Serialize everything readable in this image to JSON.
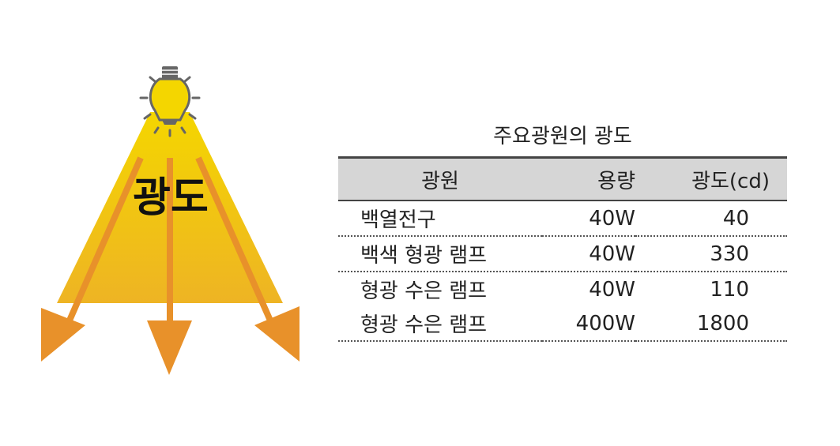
{
  "illustration": {
    "label": "광도",
    "colors": {
      "cone_top": "#f2d400",
      "cone_bottom": "#eeb020",
      "arrow": "#e8912a",
      "bulb": "#f2d400",
      "bulb_outline": "#666666"
    }
  },
  "table": {
    "title": "주요광원의 광도",
    "headers": [
      "광원",
      "용량",
      "광도(cd)"
    ],
    "rows": [
      {
        "source": "백열전구",
        "capacity": "40W",
        "intensity": "40"
      },
      {
        "source": "백색 형광 램프",
        "capacity": "40W",
        "intensity": "330"
      },
      {
        "source": "형광 수은 램프",
        "capacity": "40W",
        "intensity": "110"
      },
      {
        "source": "형광 수은 램프",
        "capacity": "400W",
        "intensity": "1800"
      }
    ]
  }
}
